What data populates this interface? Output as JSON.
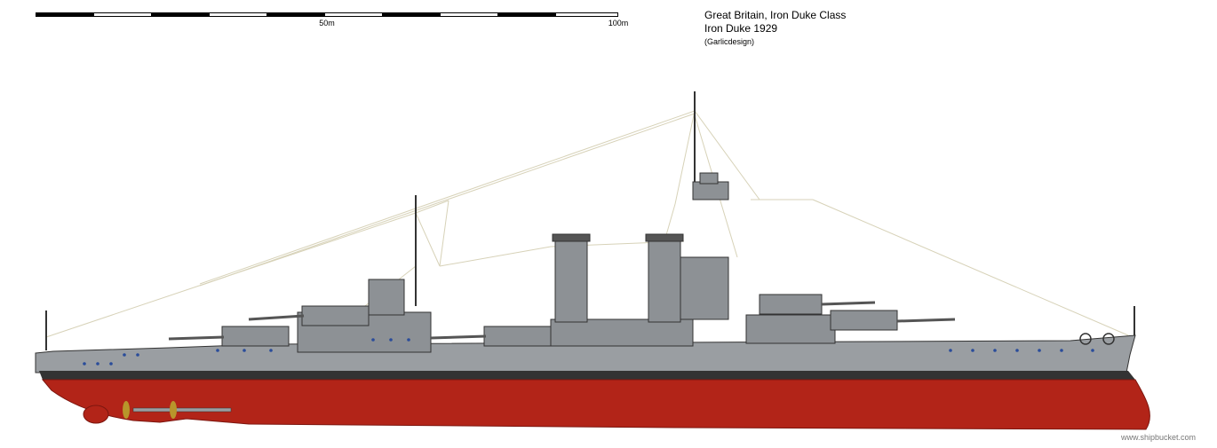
{
  "scale": {
    "label_mid": "50m",
    "label_end": "100m"
  },
  "title": {
    "line1": "Great Britain, Iron Duke Class",
    "line2": "Iron Duke 1929",
    "credit": "(Garlicdesign)"
  },
  "watermark": "www.shipbucket.com",
  "colors": {
    "hull_red": "#b22418",
    "hull_red_dark": "#7c160f",
    "boot_top": "#333333",
    "hull_grey": "#9a9ea2",
    "superstructure_grey": "#8d9195",
    "outline": "#333333",
    "porthole": "#2a4c9a",
    "rigging": "#d7d2b8",
    "bronze": "#b8962b"
  }
}
